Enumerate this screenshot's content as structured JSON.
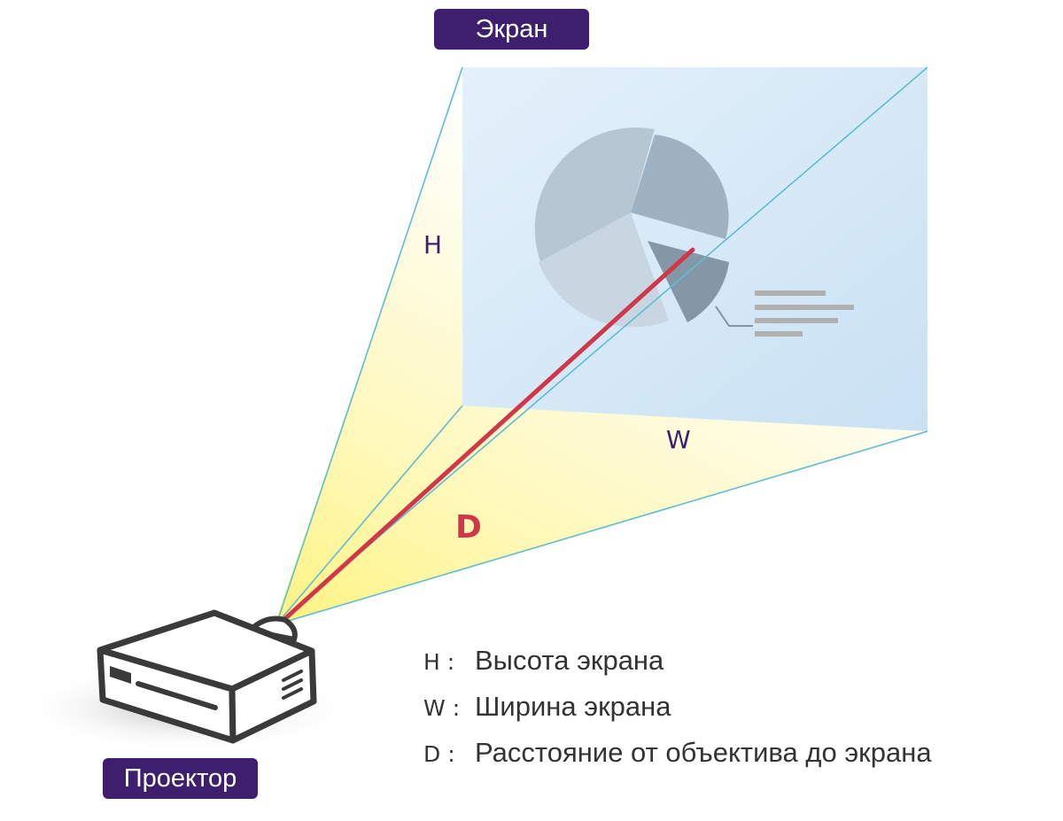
{
  "screen_label": "Экран",
  "projector_label": "Проектор",
  "dimension_labels": {
    "h": "H",
    "w": "W",
    "d": "D"
  },
  "legend": [
    {
      "key": "H",
      "separator": ":",
      "text": "Высота экрана"
    },
    {
      "key": "W",
      "separator": ":",
      "text": "Ширина экрана"
    },
    {
      "key": "D",
      "separator": ":",
      "text": "Расстояние от объектива до экрана"
    }
  ],
  "colors": {
    "label_background": "#3d1f6e",
    "label_text": "#ffffff",
    "dimension_text": "#3d1f6e",
    "distance_line": "#d0384a",
    "beam_lines": "#5fbcd3",
    "screen_fill": "#d2e7f6",
    "light_cone": "#fff7a8",
    "legend_text": "#333333"
  }
}
